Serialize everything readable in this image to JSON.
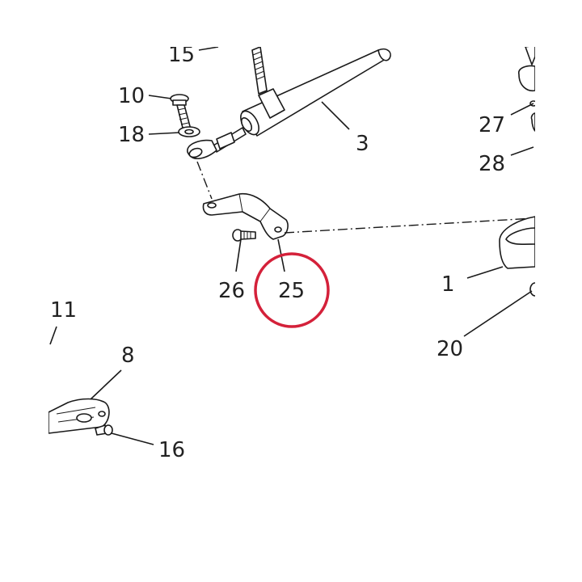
{
  "labels": {
    "l15": "15",
    "l10": "10",
    "l18": "18",
    "l3": "3",
    "l27": "27",
    "l28": "28",
    "l26": "26",
    "l25": "25",
    "l1": "1",
    "l20": "20",
    "l11": "11",
    "l8": "8",
    "l16": "16"
  },
  "colors": {
    "highlight": "#d4213a",
    "ink": "#1a1a1a",
    "background": "#ffffff"
  },
  "highlighted_part": "25"
}
